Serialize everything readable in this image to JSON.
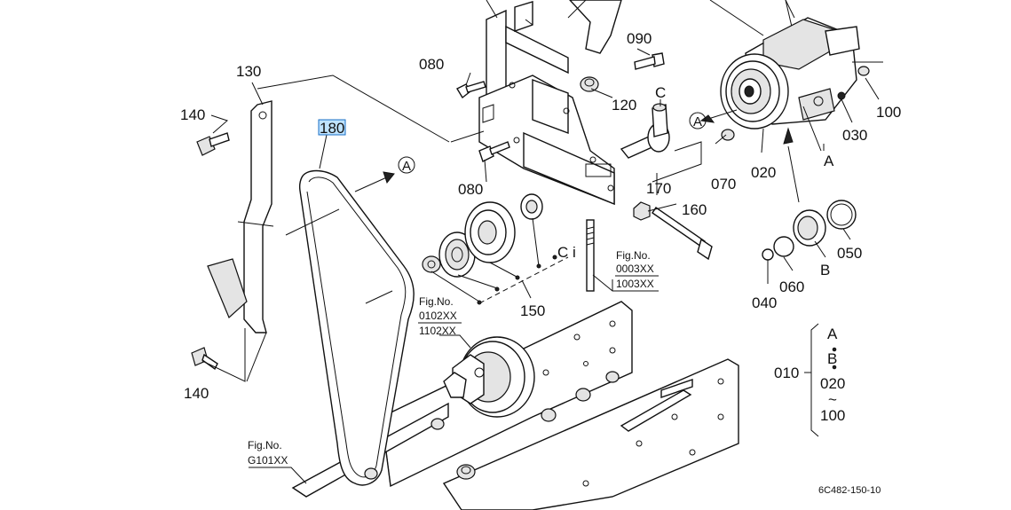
{
  "diagram": {
    "part_labels": {
      "p130": "130",
      "p140a": "140",
      "p140b": "140",
      "p180": "180",
      "p080a": "080",
      "p080b": "080",
      "p090": "090",
      "p120": "120",
      "p150": "150",
      "p160": "160",
      "p170": "170",
      "p070": "070",
      "p020": "020",
      "p030": "030",
      "p100": "100",
      "p040": "040",
      "p060": "060",
      "p050": "050",
      "p010": "010"
    },
    "reference_letters": {
      "a_circle_belt": "A",
      "a_circle_comp": "A",
      "a_comp": "A",
      "b_parts": "B",
      "c_top": "C",
      "c_dashed": "C",
      "i_dashed": "i"
    },
    "fig_refs": {
      "fig1_title": "Fig.No.",
      "fig1_l1": "0003XX",
      "fig1_l2": "1003XX",
      "fig2_title": "Fig.No.",
      "fig2_l1": "0102XX",
      "fig2_l2": "1102XX",
      "fig3_title": "Fig.No.",
      "fig3_l1": "G101XX"
    },
    "set_list": [
      "A",
      "B",
      "020",
      "~",
      "100"
    ],
    "drawing_code": "6C482-150-10",
    "highlighted_part": "180"
  }
}
